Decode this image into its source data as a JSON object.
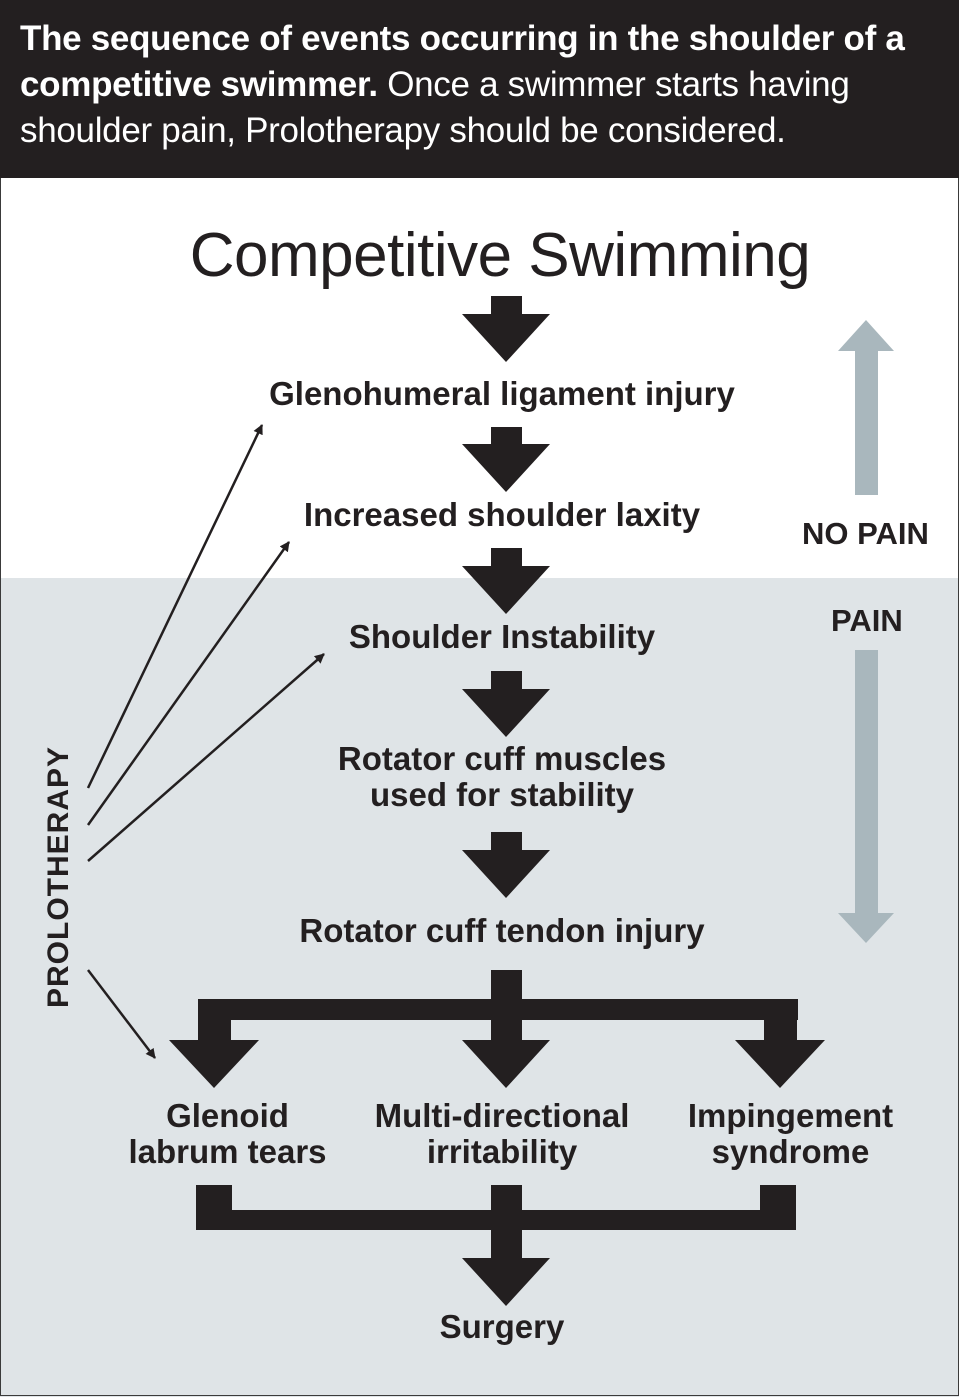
{
  "header": {
    "bold_text": "The sequence of events occurring in the shoulder of a competitive swimmer.",
    "regular_text": " Once a swimmer starts having shoulder pain, Prolotherapy should be considered."
  },
  "diagram": {
    "title": "Competitive Swimming",
    "steps": [
      "Glenohumeral ligament injury",
      "Increased shoulder laxity",
      "Shoulder Instability",
      "Rotator cuff muscles used for stability",
      "Rotator cuff tendon injury"
    ],
    "branches": [
      "Glenoid labrum tears",
      "Multi-directional irritability",
      "Impingement syndrome"
    ],
    "outcome": "Surgery",
    "no_pain_label": "NO PAIN",
    "pain_label": "PAIN",
    "intervention_label": "PROLOTHERAPY"
  },
  "colors": {
    "header_bg": "#231f20",
    "pain_zone_bg": "#dfe4e7",
    "arrow_dark": "#231f20",
    "arrow_grey": "#a9b7bd"
  }
}
